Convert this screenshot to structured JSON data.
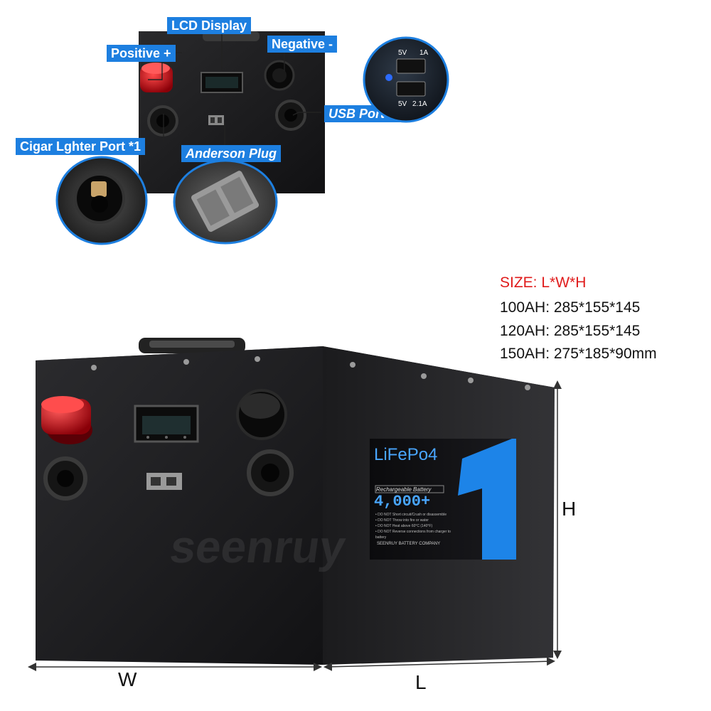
{
  "callouts": {
    "lcd": "LCD Display",
    "positive": "Positive +",
    "negative": "Negative -",
    "usb": "USB Port *1",
    "cigar": "Cigar Lghter Port *1",
    "anderson": "Anderson Plug"
  },
  "usb_closeup": {
    "top_v": "5V",
    "top_a": "1A",
    "bottom_v": "5V",
    "bottom_a": "2.1A"
  },
  "specs": {
    "heading": "SIZE: L*W*H",
    "rows": [
      "100AH: 285*155*145",
      "120AH: 285*155*145",
      "150AH: 275*185*90mm"
    ]
  },
  "dimensions": {
    "w": "W",
    "l": "L",
    "h": "H"
  },
  "battery_label": {
    "title": "LiFePo4",
    "subtitle": "Rechargeable Battery",
    "cycles": "4,000+",
    "warnings": [
      "• DO NOT Short circuit/Crush or disassemble",
      "• DO NOT Throw into fire or water",
      "• DO NOT Heat above 60°C (140°F)",
      "• DO NOT Reverse connections from charger to battery"
    ],
    "company": "SEENRUY BATTERY COMPANY"
  },
  "watermark": "seenruy",
  "colors": {
    "callout_bg": "#1d7fe0",
    "spec_heading": "#e01b1b",
    "case": "#1c1c1e",
    "terminal_red": "#c8101a"
  }
}
